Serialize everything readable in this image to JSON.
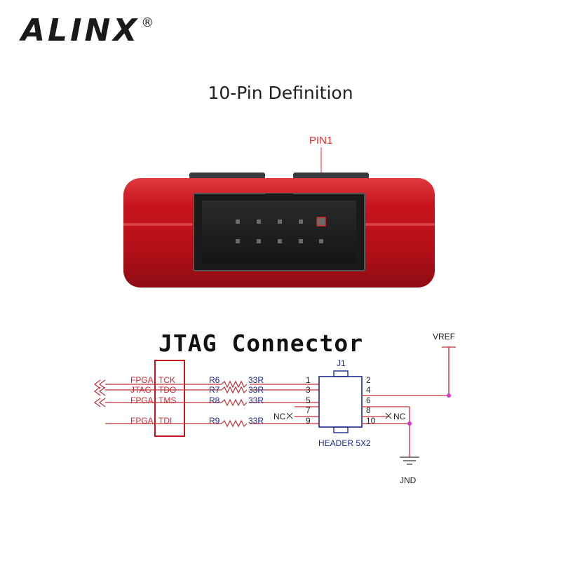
{
  "brand": {
    "name": "ALINX",
    "reg_mark": "®"
  },
  "title": "10-Pin Definition",
  "pin1_label": "PIN1",
  "schematic": {
    "heading": "JTAG Connector",
    "vref": "VREF",
    "ground": "JND",
    "connector": {
      "ref": "J1",
      "part": "HEADER 5X2"
    },
    "signals": [
      {
        "prefix": "FPGA",
        "name": "TCK",
        "resistor": "R6",
        "value": "33R",
        "pin_left": "1",
        "pin_right": "2"
      },
      {
        "prefix": "JTAG",
        "name": "TDO",
        "resistor": "R7",
        "value": "33R",
        "pin_left": "3",
        "pin_right": "4"
      },
      {
        "prefix": "FPGA",
        "name": "TMS",
        "resistor": "R8",
        "value": "33R",
        "pin_left": "5",
        "pin_right": "6"
      },
      {
        "prefix": "",
        "name": "",
        "resistor": "",
        "value": "",
        "pin_left": "7",
        "pin_right": "8"
      },
      {
        "prefix": "FPGA",
        "name": "TDI",
        "resistor": "R9",
        "value": "33R",
        "pin_left": "9",
        "pin_right": "10"
      }
    ],
    "nc_left": "NC",
    "nc_right": "NC"
  },
  "colors": {
    "device_red": "#c8141e",
    "wire_red": "#c0303a",
    "label_blue": "#1e2a8c",
    "junction": "#d23ad2"
  }
}
